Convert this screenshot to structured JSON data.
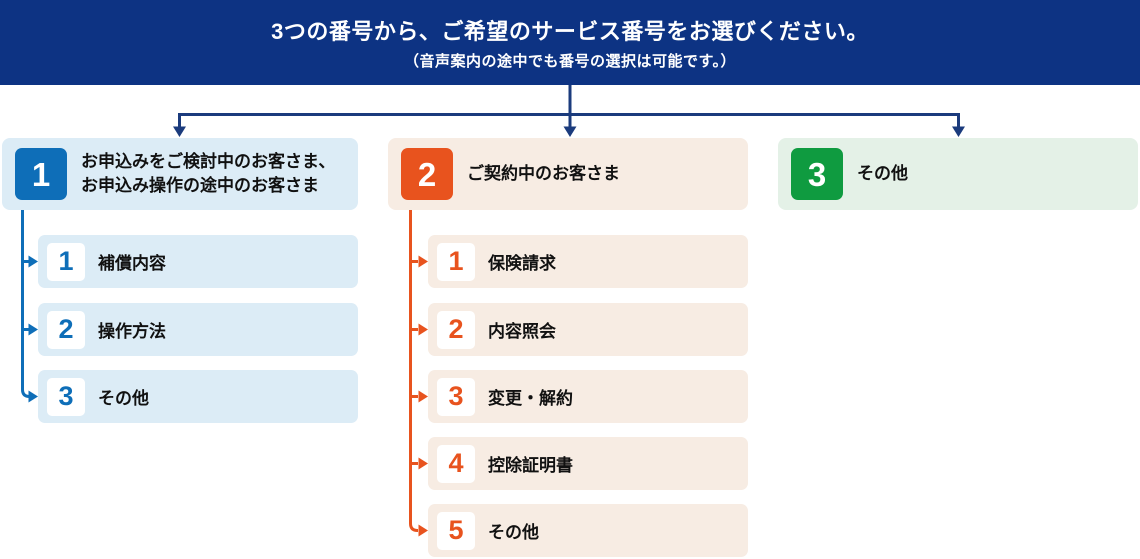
{
  "banner": {
    "title": "3つの番号から、ご希望のサービス番号をお選びください。",
    "subtitle": "（音声案内の途中でも番号の選択は可能です。）"
  },
  "colors": {
    "banner_bg": "#0d3383",
    "connector_navy": "#1b3b7d",
    "branch1_accent": "#0e6eb8",
    "branch1_bg": "#dcecf6",
    "branch2_accent": "#e8531e",
    "branch2_bg": "#f7ece3",
    "branch3_accent": "#0f9b40",
    "bran3_bg": "#e4f1e7",
    "label_text": "#111111"
  },
  "branches": [
    {
      "number": "1",
      "label_lines": [
        "お申込みをご検討中のお客さま、",
        "お申込み操作の途中のお客さま"
      ],
      "children": [
        {
          "number": "1",
          "label": "補償内容"
        },
        {
          "number": "2",
          "label": "操作方法"
        },
        {
          "number": "3",
          "label": "その他"
        }
      ]
    },
    {
      "number": "2",
      "label_lines": [
        "ご契約中のお客さま"
      ],
      "children": [
        {
          "number": "1",
          "label": "保険請求"
        },
        {
          "number": "2",
          "label": "内容照会"
        },
        {
          "number": "3",
          "label": "変更・解約"
        },
        {
          "number": "4",
          "label": "控除証明書"
        },
        {
          "number": "5",
          "label": "その他"
        }
      ]
    },
    {
      "number": "3",
      "label_lines": [
        "その他"
      ],
      "children": []
    }
  ]
}
